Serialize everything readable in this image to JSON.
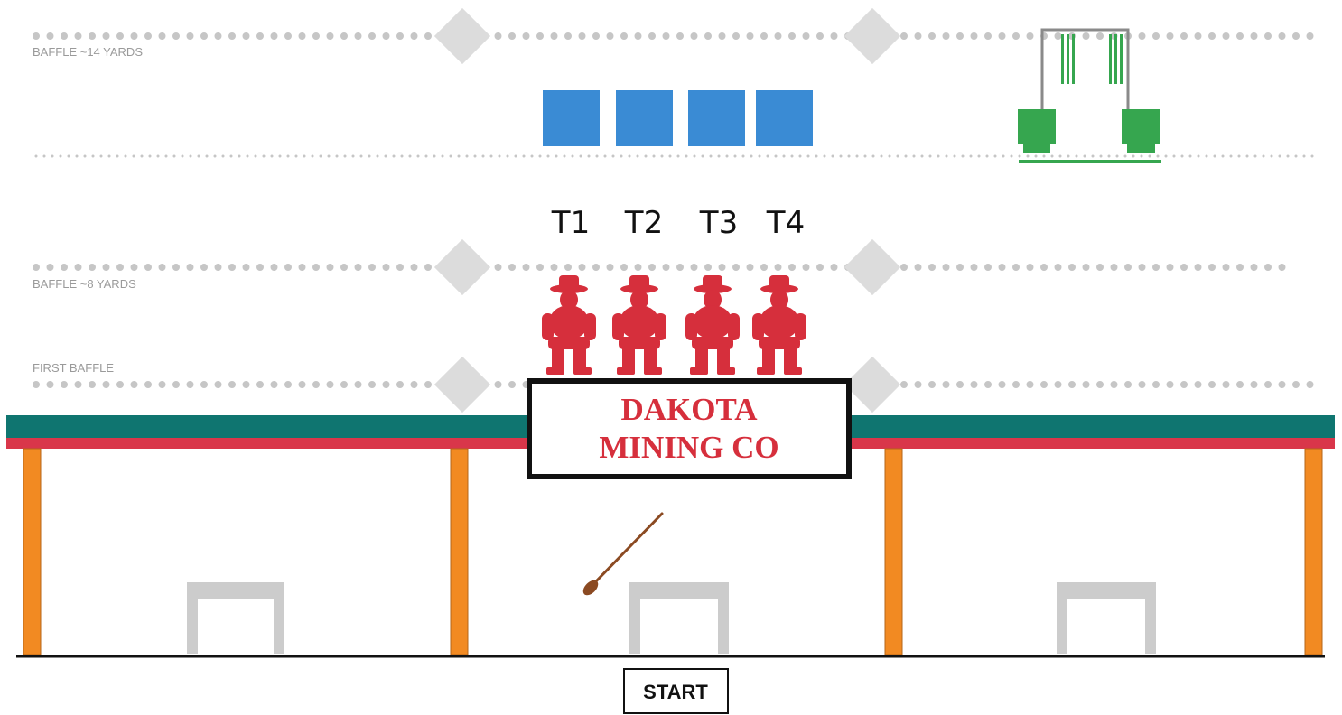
{
  "baffles": {
    "far_label": "BAFFLE ~14 YARDS",
    "mid_label": "BAFFLE ~8 YARDS",
    "first_label": "FIRST BAFFLE"
  },
  "targets": {
    "labels": [
      "T1",
      "T2",
      "T3",
      "T4"
    ]
  },
  "sign": {
    "line1": "DAKOTA",
    "line2": "MINING CO"
  },
  "start": {
    "label": "START"
  },
  "colors": {
    "steel_target": "#3a8bd4",
    "cowboy_target": "#d62f3c",
    "stopper": "#36a64f",
    "roof_teal": "#0f7570",
    "roof_red": "#d9364a",
    "post": "#f28a22",
    "diamond": "#dcdcdc",
    "baffle_dots": "#c6c6c6",
    "table": "#cccccc",
    "rifle": "#8b4a22"
  }
}
